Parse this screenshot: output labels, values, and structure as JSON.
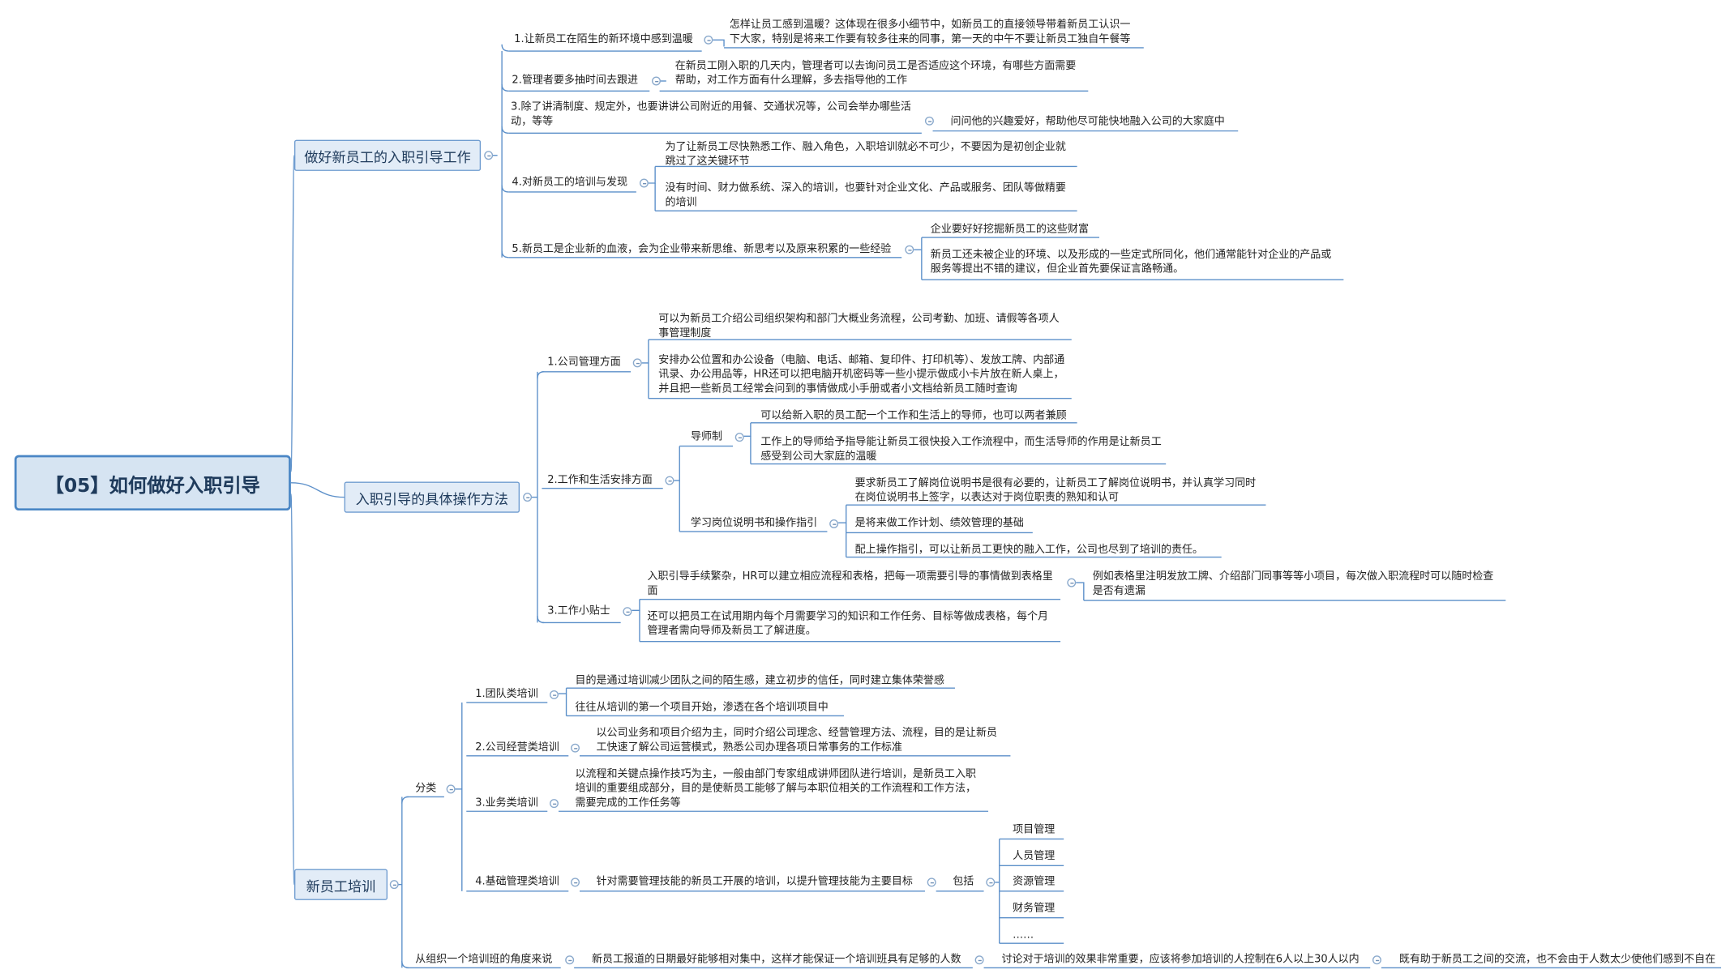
{
  "root": "【05】如何做好入职引导",
  "branches": [
    {
      "label": "做好新员工的入职引导工作",
      "items": [
        {
          "label": "1.让新员工在陌生的新环境中感到温暖",
          "notes": [
            "怎样让员工感到温暖？这体现在很多小细节中，如新员工的直接领导带着新员工认识一下大家，特别是将来工作要有较多往来的同事，第一天的中午不要让新员工独自午餐等"
          ]
        },
        {
          "label": "2.管理者要多抽时间去跟进",
          "notes": [
            "在新员工刚入职的几天内，管理者可以去询问员工是否适应这个环境，有哪些方面需要帮助，对工作方面有什么理解，多去指导他的工作"
          ]
        },
        {
          "label": "3.除了讲清制度、规定外，也要讲讲公司附近的用餐、交通状况等，公司会举办哪些活动，等等",
          "notes": [
            "问问他的兴趣爱好，帮助他尽可能快地融入公司的大家庭中"
          ]
        },
        {
          "label": "4.对新员工的培训与发现",
          "notes": [
            "为了让新员工尽快熟悉工作、融入角色，入职培训就必不可少，不要因为是初创企业就跳过了这关键环节",
            "没有时间、财力做系统、深入的培训，也要针对企业文化、产品或服务、团队等做精要的培训"
          ]
        },
        {
          "label": "5.新员工是企业新的血液，会为企业带来新思维、新思考以及原来积累的一些经验",
          "notes": [
            "企业要好好挖掘新员工的这些财富",
            "新员工还未被企业的环境、以及形成的一些定式所同化，他们通常能针对企业的产品或服务等提出不错的建议，但企业首先要保证言路畅通。"
          ]
        }
      ]
    },
    {
      "label": "入职引导的具体操作方法",
      "items": [
        {
          "label": "1.公司管理方面",
          "notes": [
            "可以为新员工介绍公司组织架构和部门大概业务流程，公司考勤、加班、请假等各项人事管理制度",
            "安排办公位置和办公设备（电脑、电话、邮箱、复印件、打印机等）、发放工牌、内部通讯录、办公用品等，HR还可以把电脑开机密码等一些小提示做成小卡片放在新人桌上，并且把一些新员工经常会问到的事情做成小手册或者小文档给新员工随时查询"
          ]
        },
        {
          "label": "2.工作和生活安排方面",
          "subs": [
            {
              "label": "导师制",
              "notes": [
                "可以给新入职的员工配一个工作和生活上的导师，也可以两者兼顾",
                "工作上的导师给予指导能让新员工很快投入工作流程中，而生活导师的作用是让新员工感受到公司大家庭的温暖"
              ]
            },
            {
              "label": "学习岗位说明书和操作指引",
              "notes": [
                "要求新员工了解岗位说明书是很有必要的，让新员工了解岗位说明书，并认真学习同时在岗位说明书上签字，以表达对于岗位职责的熟知和认可",
                "是将来做工作计划、绩效管理的基础",
                "配上操作指引，可以让新员工更快的融入工作，公司也尽到了培训的责任。"
              ]
            }
          ]
        },
        {
          "label": "3.工作小贴士",
          "notes": [
            "入职引导手续繁杂，HR可以建立相应流程和表格，把每一项需要引导的事情做到表格里面",
            "还可以把员工在试用期内每个月需要学习的知识和工作任务、目标等做成表格，每个月管理者需向导师及新员工了解进度。"
          ],
          "detail": "例如表格里注明发放工牌、介绍部门同事等等小项目，每次做入职流程时可以随时检查是否有遗漏"
        }
      ]
    },
    {
      "label": "新员工培训",
      "category": "分类",
      "items": [
        {
          "label": "1.团队类培训",
          "notes": [
            "目的是通过培训减少团队之间的陌生感，建立初步的信任，同时建立集体荣誉感",
            "往往从培训的第一个项目开始，渗透在各个培训项目中"
          ]
        },
        {
          "label": "2.公司经营类培训",
          "notes": [
            "以公司业务和项目介绍为主，同时介绍公司理念、经营管理方法、流程，目的是让新员工快速了解公司运营模式，熟悉公司办理各项日常事务的工作标准"
          ]
        },
        {
          "label": "3.业务类培训",
          "notes": [
            "以流程和关键点操作技巧为主，一般由部门专家组成讲师团队进行培训，是新员工入职培训的重要组成部分，目的是使新员工能够了解与本职位相关的工作流程和工作方法，需要完成的工作任务等"
          ]
        },
        {
          "label": "4.基础管理类培训",
          "notes": [
            "针对需要管理技能的新员工开展的培训，以提升管理技能为主要目标"
          ],
          "include_label": "包括",
          "include": [
            "项目管理",
            "人员管理",
            "资源管理",
            "财务管理",
            "……"
          ]
        }
      ],
      "org": {
        "label": "从组织一个培训班的角度来说",
        "chain": [
          "新员工报道的日期最好能够相对集中，这样才能保证一个培训班具有足够的人数",
          "讨论对于培训的效果非常重要，应该将参加培训的人控制在6人以上30人以内",
          "既有助于新员工之间的交流，也不会由于人数太少使他们感到不自在"
        ]
      }
    }
  ],
  "colors": {
    "line": "#5b8fc9",
    "node_fill": "#e2ecf7",
    "root_fill": "#d6e4f2",
    "root_border": "#4a86c5"
  }
}
